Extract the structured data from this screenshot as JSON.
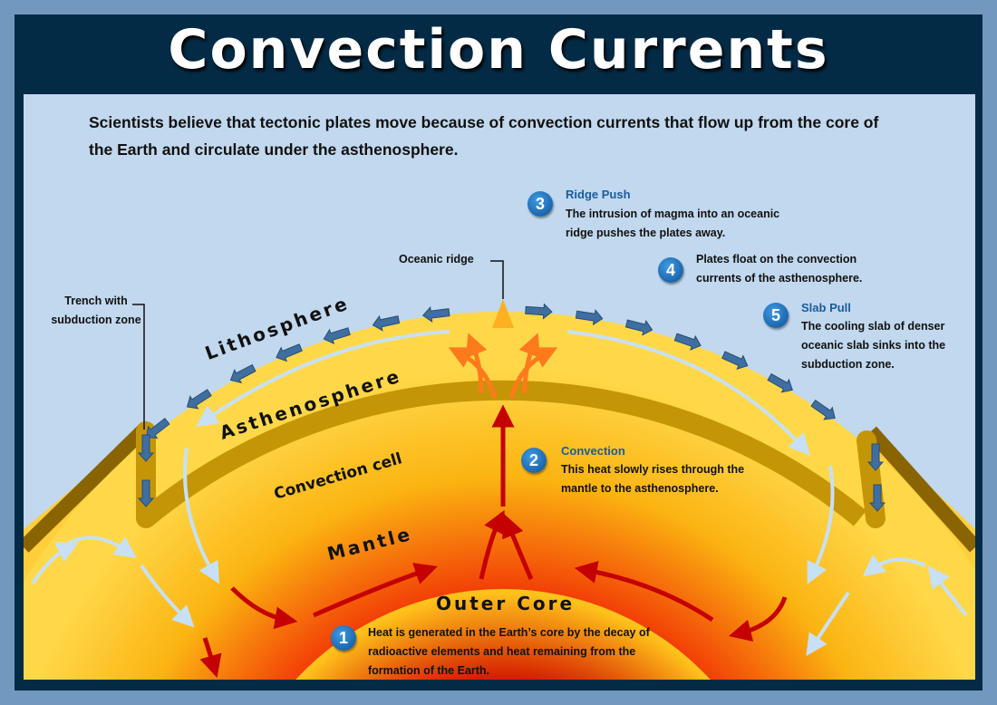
{
  "title": "Convection Currents",
  "intro": "Scientists believe that tectonic plates move because of convection currents that flow up from the core of the Earth and circulate under the asthenosphere.",
  "labels": {
    "oceanic_ridge": "Oceanic ridge",
    "trench": "Trench with subduction zone",
    "lithosphere": "Lithosphere",
    "asthenosphere": "Asthenosphere",
    "convection_cell": "Convection cell",
    "mantle": "Mantle",
    "outer_core": "Outer Core"
  },
  "steps": [
    {
      "num": "1",
      "heading": "",
      "text": "Heat is generated in the Earth’s core by the decay of radioactive elements and heat remaining from the formation of the Earth."
    },
    {
      "num": "2",
      "heading": "Convection",
      "text": "This heat slowly rises through the mantle to the asthenosphere."
    },
    {
      "num": "3",
      "heading": "Ridge Push",
      "text": "The intrusion of magma into an oceanic ridge pushes the plates away."
    },
    {
      "num": "4",
      "heading": "",
      "text": "Plates float on the convection currents of the asthenosphere."
    },
    {
      "num": "5",
      "heading": "Slab Pull",
      "text": "The cooling slab of denser oceanic slab sinks into the subduction zone."
    }
  ],
  "colors": {
    "frame": "#042b46",
    "background": "#c1d8ee",
    "accent": "#1a5c9c",
    "plate": "#c9980a",
    "arrow": "#3e6fa0"
  }
}
